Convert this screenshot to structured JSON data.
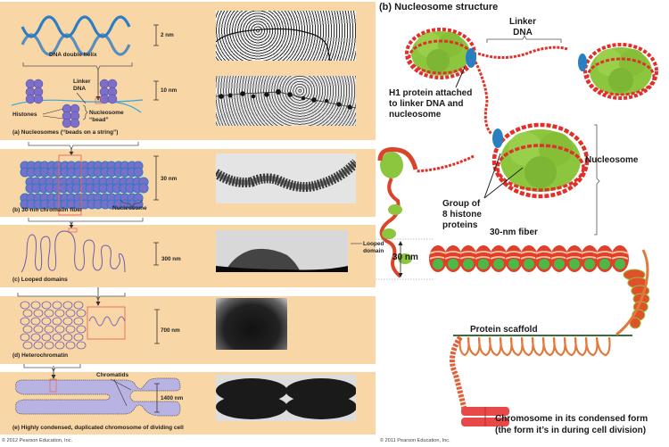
{
  "left_figure": {
    "panels": [
      {
        "id": "a",
        "caption": "(a) Nucleosomes (“beads on a string”)",
        "scales": [
          "2 nm",
          "10 nm"
        ],
        "labels": {
          "helix": "DNA double helix",
          "linker": "Linker\nDNA",
          "histones": "Histones",
          "bead": "Nucleosome\n“bead”"
        }
      },
      {
        "id": "b",
        "caption": "(b) 30-nm chromatin fiber",
        "scales": [
          "30 nm"
        ],
        "labels": {
          "nucleosome": "Nucleosome"
        }
      },
      {
        "id": "c",
        "caption": "(c) Looped domains",
        "scales": [
          "300 nm"
        ],
        "labels": {
          "looped_domain": "Looped\ndomain"
        }
      },
      {
        "id": "d",
        "caption": "(d) Heterochromatin",
        "scales": [
          "700 nm"
        ],
        "labels": {}
      },
      {
        "id": "e",
        "caption": "(e) Highly condensed, duplicated chromosome of dividing cell",
        "scales": [
          "1400 nm"
        ],
        "labels": {
          "chromatids": "Chromatids"
        }
      }
    ],
    "copyright": "© 2012 Pearson Education, Inc."
  },
  "right_figure": {
    "title": "(b) Nucleosome structure",
    "labels": {
      "linker": "Linker\nDNA",
      "h1": "H1 protein attached\nto linker DNA and\nnucleosome",
      "nucleosome": "Nucleosome",
      "histone_group": "Group of\n8 histone\nproteins",
      "fiber": "30-nm fiber",
      "fiber_width": "30 nm",
      "scaffold": "Protein scaffold",
      "chromosome_bold": "Chromosome",
      "chromosome_rest": " in its condensed form",
      "chromosome_line2": "(the form it’s in during cell division)"
    },
    "copyright": "© 2011 Pearson Education, Inc."
  },
  "colors": {
    "panel": "#F9D6A6",
    "dna_blue": "#2D7CC4",
    "histone_purple": "#7B6FC9",
    "dna_red": "#E0302A",
    "histone_green": "#8CC63F",
    "h1_blue": "#2A7FC0",
    "scaffold_green": "#3D6B3A",
    "highlight_box": "#E86A5A"
  }
}
